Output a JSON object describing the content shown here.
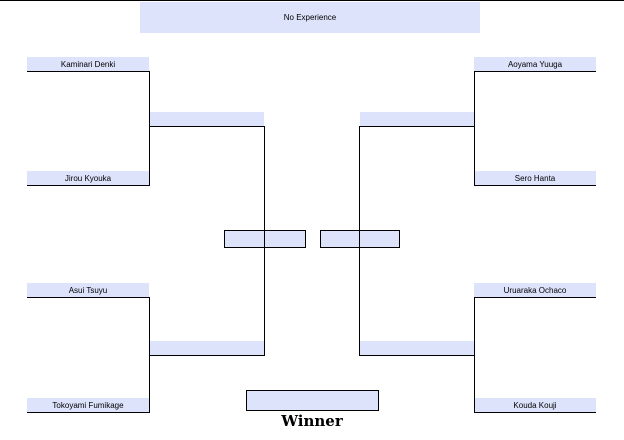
{
  "header": {
    "title": "No Experience"
  },
  "bracket": {
    "left": {
      "round1": [
        "Kaminari Denki",
        "Jirou Kyouka",
        "Asui Tsuyu",
        "Tokoyami Fumikage"
      ],
      "semifinal": [
        "",
        ""
      ],
      "final": ""
    },
    "right": {
      "round1": [
        "Aoyama Yuuga",
        "Sero Hanta",
        "Uruaraka Ochaco",
        "Kouda Kouji"
      ],
      "semifinal": [
        "",
        ""
      ],
      "final": ""
    },
    "champion": ""
  },
  "footer": {
    "winner_label": "Winner"
  },
  "colors": {
    "slot_fill": "#dde3fb",
    "line": "#000000",
    "background": "#ffffff"
  }
}
